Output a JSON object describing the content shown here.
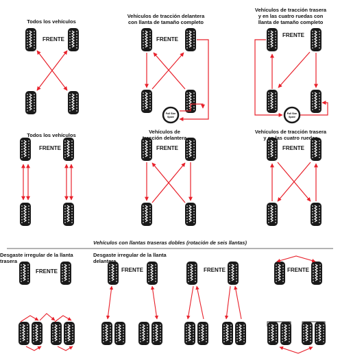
{
  "labels": {
    "front": "FRENTE",
    "spare": "Full Size\nSpare",
    "section_title": "Vehículos con llantas traseras dobles (rotación de seis llantas)"
  },
  "panels": [
    {
      "caption": "Todos los vehículos"
    },
    {
      "caption": "Vehículos de tracción delantera\ncon llanta de tamaño completo"
    },
    {
      "caption": "Vehículos de tracción trasera\ny en las cuatro ruedas con\nllanta de tamaño completo"
    },
    {
      "caption": "Todos los vehículos"
    },
    {
      "caption": "Vehículos de\ntracción delantera"
    },
    {
      "caption": "Vehículos de tracción trasera\ny en las cuatro ruedas"
    },
    {
      "caption": "Desgaste irregular de la llanta trasera"
    },
    {
      "caption": "Desgaste irregular de la llanta delantera"
    }
  ],
  "colors": {
    "arrow": "#e8202a",
    "tire": "#1a1a1a",
    "tread": "#ffffff"
  }
}
